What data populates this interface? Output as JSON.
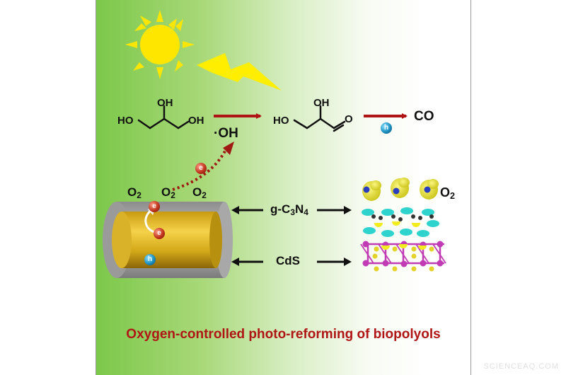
{
  "reaction": {
    "oh": "OH",
    "ho": "HO",
    "o": "O",
    "co": "CO",
    "radical": "·OH",
    "electron": "e",
    "hole": "h"
  },
  "oxygen": {
    "main": "O",
    "sub": "2"
  },
  "labels": {
    "gc3n4": {
      "a": "g-C",
      "b": "3",
      "c": "N",
      "d": "4"
    },
    "cds": "CdS"
  },
  "caption": "Oxygen-controlled photo-reforming of biopolyols",
  "watermark": "SCIENCEAQ.COM",
  "colors": {
    "arrow_red": "#b01515",
    "electron": "#c0341c",
    "hole": "#1a8fbf",
    "sun": "#ffe600",
    "bolt": "#ffee00",
    "iso_yellow": "#f2ec1e",
    "iso_cyan": "#2dd3cc",
    "atom_magenta": "#c03bb4",
    "atom_yellow": "#e4d22a"
  }
}
